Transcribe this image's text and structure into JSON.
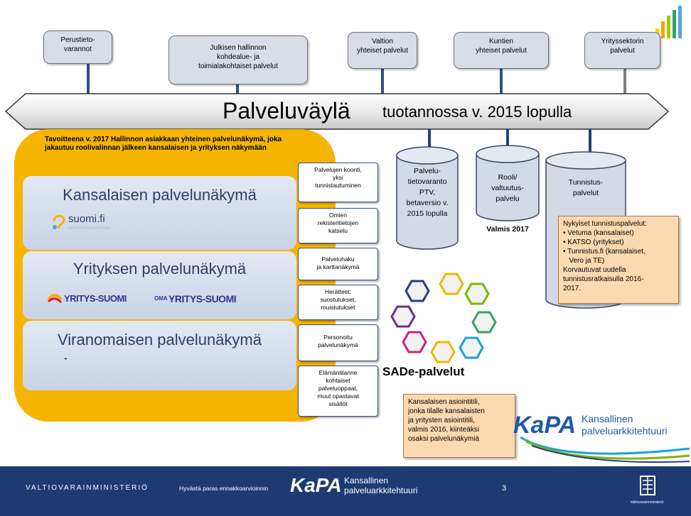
{
  "top_boxes": [
    {
      "label": "Perustieto-\nvarannot"
    },
    {
      "label": "Julkisen hallinnon\nkohdealue- ja\ntoimialakohtaiset palvelut"
    },
    {
      "label": "Valtion\nyhteiset palvelut"
    },
    {
      "label": "Kuntien\nyhteiset palvelut"
    },
    {
      "label": "Yrityssektorin\npalvelut"
    }
  ],
  "arrow": {
    "title": "Palveluväylä",
    "subtitle": "tuotannossa v. 2015 lopulla"
  },
  "goal_text": "Tavoitteena v. 2017 Hallinnon asiakkaan yhteinen palvelunäkymä, joka jakautuu roolivalinnan jälkeen kansalaisen ja yrityksen näkymään",
  "panes": {
    "citizen": {
      "title": "Kansalaisen palvelunäkymä",
      "logo_text": "suomi.fi"
    },
    "company": {
      "title": "Yrityksen palvelunäkymä",
      "logo1": "YRITYS-SUOMI",
      "logo2_prefix": "OMA",
      "logo2": "YRITYS-SUOMI"
    },
    "authority": {
      "title": "Viranomaisen palvelunäkymä",
      "dash": "-"
    }
  },
  "side_boxes": [
    {
      "label": "Palvelujen koonti,\nyksi\ntunnistautuminen"
    },
    {
      "label": "Omien\nrekisteritietojen\nkatselu"
    },
    {
      "label": "Palveluhaku\nja karttanäkymä"
    },
    {
      "label": "Herätteet:\nsuostutukset,\nmuistutukset"
    },
    {
      "label": "Personoitu\npalvelunäkymä"
    },
    {
      "label": "Elämäntilanne\nkohtaiset\npalveluoppaat,\nmuut opastavat\nsisällöt"
    }
  ],
  "cylinders": [
    {
      "label": "Palvelu-\ntietovaranto\nPTV,\nbetaversio v.\n2015 lopulla",
      "caption": ""
    },
    {
      "label": "Rooli/\nvaltuutus-\npalvelu",
      "caption": "Valmis 2017"
    },
    {
      "label": "Tunnistus-\npalvelut",
      "caption": ""
    }
  ],
  "tunnistus_note": {
    "heading": "Nykyiset tunnistuspalvelut:",
    "items": [
      "• Vetuma (kansalaiset)",
      "• KATSO (yritykset)",
      "• Tunnistus.fi (kansalaiset,\n   Vero ja TE)"
    ],
    "footer": "Korvautuvat uudella\ntunnistusratkaisulla 2016-\n2017."
  },
  "asiointitili_note": "Kansalaisen asiointitili,\njonka tilalle kansalaisten\nja yritysten asiointitili,\nvalmis 2016, kiinteäksi\nosaksi palvelunäkymiä",
  "sade_label": "SADe-palvelut",
  "kapa_logo": {
    "mark": "KaPA",
    "line1": "Kansallinen",
    "line2": "palveluarkkitehtuuri"
  },
  "footer": {
    "ministry": "VALTIOVARAINMINISTERIÖ",
    "subtitle": "Hyvästä paras ennakkoarvioinnin",
    "kapa_mark": "KaPA",
    "kapa_line1": "Kansallinen",
    "kapa_line2": "palveluarkkitehtuuri",
    "page": "3",
    "crest_caption": "Valtiovarainministeriö"
  },
  "colors": {
    "footer_bg": "#1d3a73",
    "goal_bg": "#f5b400",
    "connector": "#22407c",
    "accent_blue": "#1f5aa6"
  }
}
